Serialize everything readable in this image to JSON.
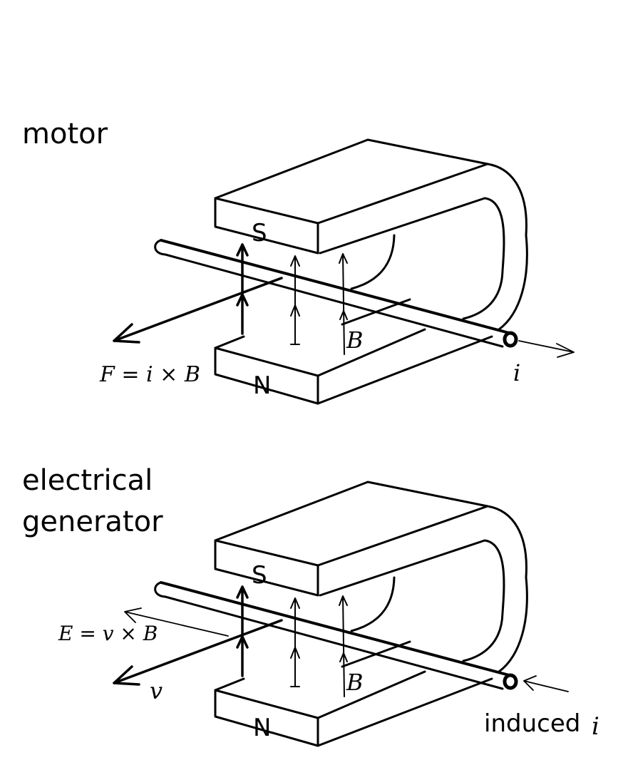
{
  "panels": [
    {
      "id": "motor",
      "title": "motor",
      "south_pole_label": "S",
      "north_pole_label": "N",
      "field_label": "B",
      "vector_label": "F = i × B",
      "current_label": "i",
      "current_direction": "outward from wire end"
    },
    {
      "id": "generator",
      "title_line1": "electrical",
      "title_line2": "generator",
      "south_pole_label": "S",
      "north_pole_label": "N",
      "field_label": "B",
      "vector_label": "E = v × B",
      "velocity_label": "v",
      "current_caption": "induced",
      "current_label": "i",
      "current_direction": "into wire end"
    }
  ],
  "colors": {
    "ink": "#000000",
    "background": "#ffffff"
  }
}
